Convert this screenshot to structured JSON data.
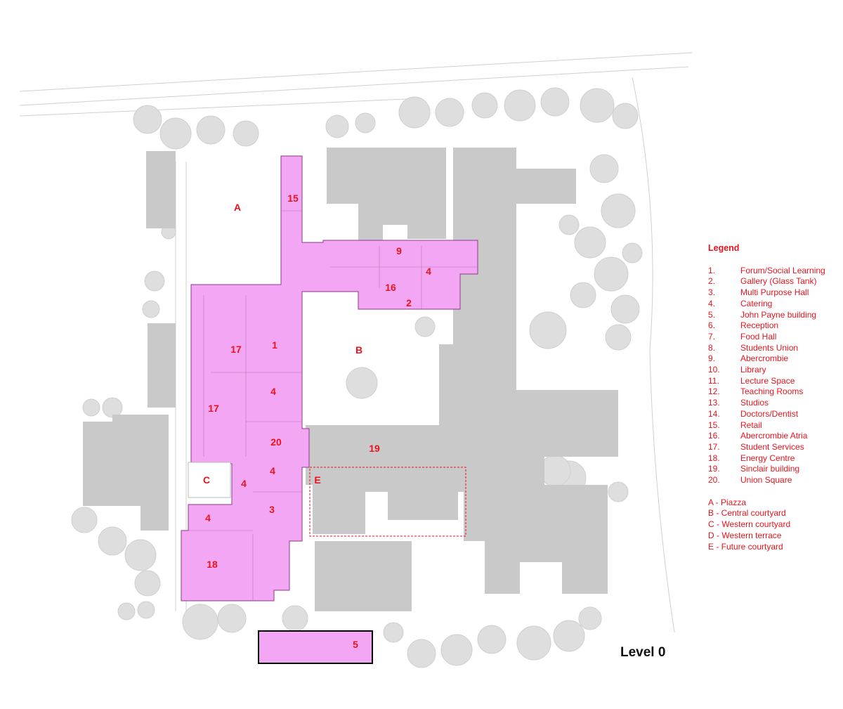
{
  "title": "Level 0",
  "legend": {
    "title": "Legend",
    "numbered": [
      {
        "num": "1.",
        "label": "Forum/Social Learning"
      },
      {
        "num": "2.",
        "label": "Gallery (Glass Tank)"
      },
      {
        "num": "3.",
        "label": "Multi Purpose Hall"
      },
      {
        "num": "4.",
        "label": "Catering"
      },
      {
        "num": "5.",
        "label": "John Payne building"
      },
      {
        "num": "6.",
        "label": "Reception"
      },
      {
        "num": "7.",
        "label": "Food Hall"
      },
      {
        "num": "8.",
        "label": "Students Union"
      },
      {
        "num": "9.",
        "label": "Abercrombie"
      },
      {
        "num": "10.",
        "label": "Library"
      },
      {
        "num": "11.",
        "label": "Lecture Space"
      },
      {
        "num": "12.",
        "label": "Teaching Rooms"
      },
      {
        "num": "13.",
        "label": "Studios"
      },
      {
        "num": "14.",
        "label": "Doctors/Dentist"
      },
      {
        "num": "15.",
        "label": "Retail"
      },
      {
        "num": "16.",
        "label": "Abercrombie Atria"
      },
      {
        "num": "17.",
        "label": "Student Services"
      },
      {
        "num": "18.",
        "label": "Energy Centre"
      },
      {
        "num": "19.",
        "label": "Sinclair building"
      },
      {
        "num": "20.",
        "label": "Union Square"
      }
    ],
    "lettered": [
      "A - Piazza",
      "B - Central courtyard",
      "C - Western courtyard",
      "D - Western terrace",
      "E - Future courtyard"
    ]
  },
  "plan_labels": {
    "a": "A",
    "b": "B",
    "c": "C",
    "e": "E",
    "n15": "15",
    "n9": "9",
    "n4a": "4",
    "n16": "16",
    "n2": "2",
    "n17a": "17",
    "n1": "1",
    "n4b": "4",
    "n17b": "17",
    "n20": "20",
    "n19": "19",
    "n4c": "4",
    "n4d": "4",
    "n3": "3",
    "n4e": "4",
    "n18": "18",
    "n5": "5"
  },
  "colors": {
    "highlight": "#f3a6f3",
    "building": "#c9c9c9",
    "tree": "#dedede",
    "label": "#e8141e"
  }
}
